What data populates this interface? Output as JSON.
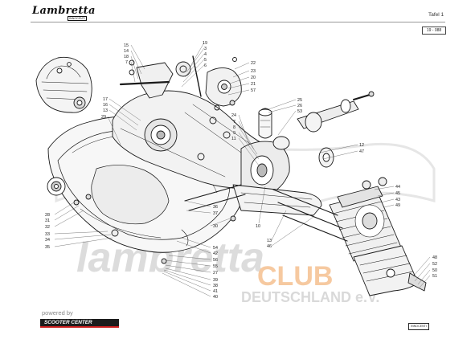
{
  "header": {
    "logo_text": "Lambretta",
    "logo_sub": "INNOCENTI",
    "page_title": "Tafel 1",
    "ref_code": "19 - 088"
  },
  "watermark": {
    "line1": "lambretta",
    "line2": "CLUB",
    "line3": "DEUTSCHLAND e.V."
  },
  "footer": {
    "powered_by": "powered by",
    "sponsor": "SCOOTER CENTER",
    "innocenti_badge": "INNOCENTI"
  },
  "callouts_top": [
    "15",
    "14",
    "18",
    "7",
    "19",
    "3",
    "4",
    "5",
    "6",
    "22",
    "23",
    "20",
    "21",
    "57"
  ],
  "callouts_left_upper": [
    "17",
    "16",
    "13",
    "29"
  ],
  "callouts_middle": [
    "25",
    "26",
    "53",
    "24",
    "7",
    "8",
    "9",
    "11",
    "12",
    "47"
  ],
  "callouts_left_lower": [
    "28",
    "31",
    "32",
    "33",
    "34",
    "35"
  ],
  "callouts_bottom_center": [
    "36",
    "37",
    "30",
    "54",
    "42",
    "56",
    "55",
    "27",
    "39",
    "38",
    "41",
    "40",
    "10",
    "13",
    "46"
  ],
  "callouts_right": [
    "44",
    "45",
    "43",
    "49",
    "48",
    "52",
    "50",
    "51"
  ],
  "colors": {
    "line": "#1a1a1a",
    "watermark_gray": "#d9d9d9",
    "watermark_orange": "#f6c9a0",
    "sponsor_bg": "#1c1c1c",
    "sponsor_stripe": "#c81e1e"
  }
}
